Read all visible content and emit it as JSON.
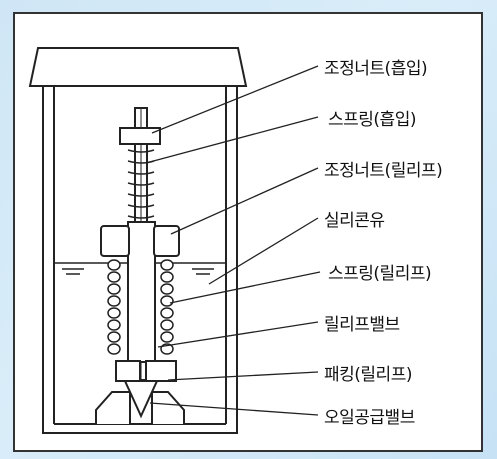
{
  "diagram": {
    "labels": [
      {
        "id": "adjust-nut-suction",
        "text": "조정너트(흡입)"
      },
      {
        "id": "spring-suction",
        "text": "스프링(흡입)"
      },
      {
        "id": "adjust-nut-relief",
        "text": "조정너트(릴리프)"
      },
      {
        "id": "silicone-oil",
        "text": "실리콘유"
      },
      {
        "id": "spring-relief",
        "text": "스프링(릴리프)"
      },
      {
        "id": "relief-valve",
        "text": "릴리프밸브"
      },
      {
        "id": "packing-relief",
        "text": "패킹(릴리프)"
      },
      {
        "id": "oil-supply-valve",
        "text": "오일공급밸브"
      }
    ]
  }
}
